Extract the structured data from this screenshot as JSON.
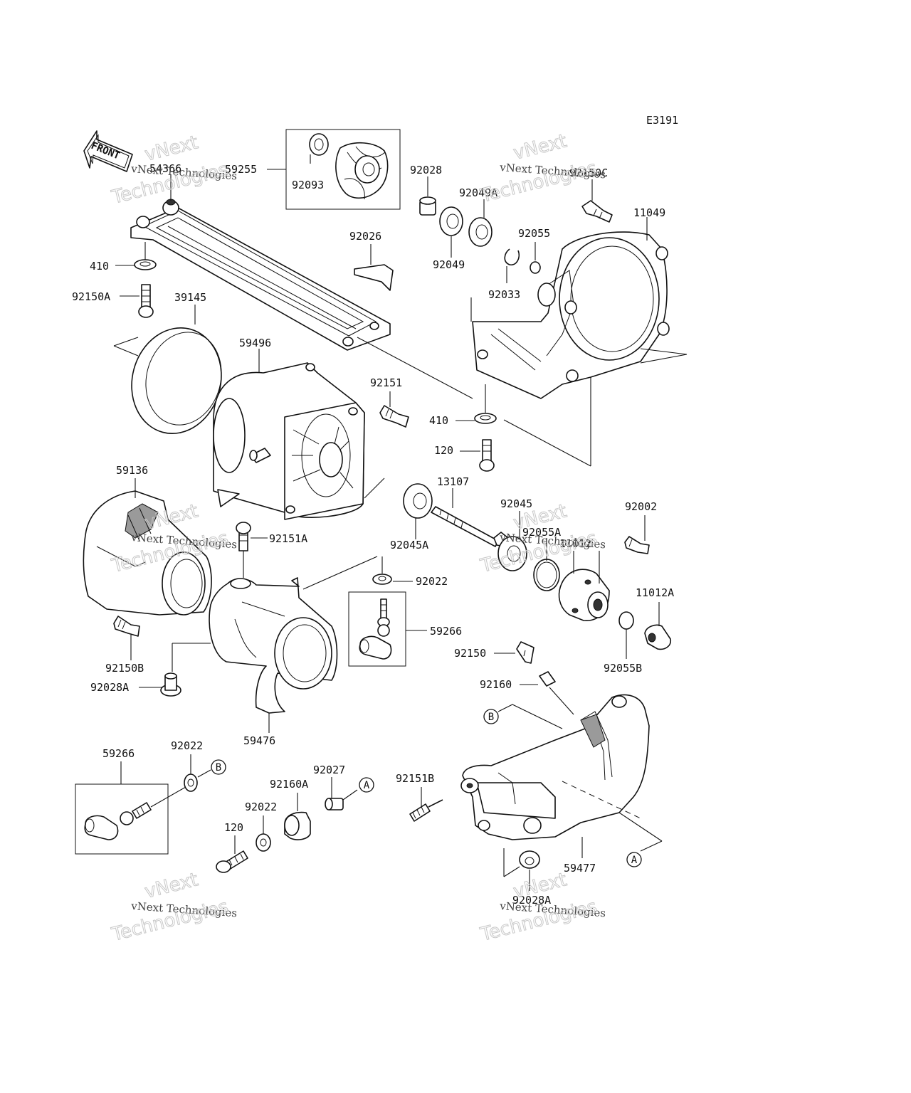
{
  "diagram": {
    "code": "E3191",
    "front_label": "FRONT",
    "watermark": {
      "line1": "vNext",
      "line2": "vNext Technologies",
      "line3": "Technologies"
    },
    "callouts": {
      "p54366": "54366",
      "p59255": "59255",
      "p92093": "92093",
      "p92028": "92028",
      "p92049A": "92049A",
      "p92150C": "92150C",
      "p11049": "11049",
      "p92026": "92026",
      "p92055": "92055",
      "p410a": "410",
      "p92049": "92049",
      "p92033": "92033",
      "p92150A": "92150A",
      "p39145": "39145",
      "p59496": "59496",
      "p92151": "92151",
      "p410b": "410",
      "p120a": "120",
      "p59136": "59136",
      "p13107": "13107",
      "p92045": "92045",
      "p92002": "92002",
      "p92055A": "92055A",
      "p11012": "11012",
      "p92151A": "92151A",
      "p92045A": "92045A",
      "p92022a": "92022",
      "p11012A": "11012A",
      "p59266a": "59266",
      "p92150B": "92150B",
      "p92150": "92150",
      "p92055B": "92055B",
      "p92028A": "92028A",
      "p92160": "92160",
      "p59476": "59476",
      "p59266b": "59266",
      "p92022b": "92022",
      "p92027": "92027",
      "p92160A": "92160A",
      "p92151B": "92151B",
      "p92022c": "92022",
      "p120b": "120",
      "p59477": "59477",
      "p92028Ab": "92028A"
    },
    "refs": {
      "A": "A",
      "B": "B"
    }
  }
}
